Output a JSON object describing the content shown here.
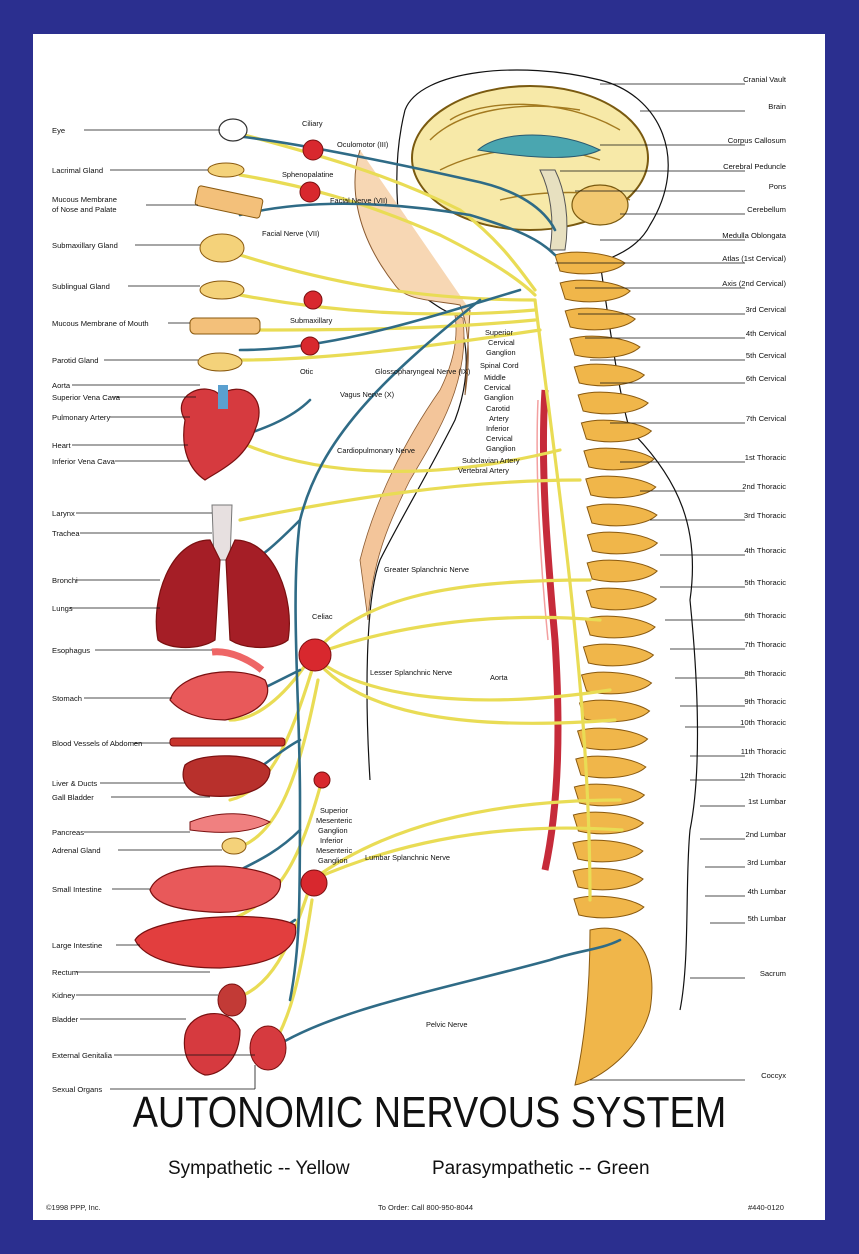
{
  "title": "AUTONOMIC NERVOUS SYSTEM",
  "legend": {
    "sympathetic": "Sympathetic -- Yellow",
    "parasympathetic": "Parasympathetic -- Green"
  },
  "footer": {
    "copyright": "©1998 PPP, Inc.",
    "order": "To Order: Call 800-950-8044",
    "code": "#440-0120"
  },
  "colors": {
    "border": "#2b2f8f",
    "sympathetic": "#e9dc55",
    "parasympathetic": "#2f6b86"
  },
  "left_labels": [
    "Eye",
    "Lacrimal Gland",
    "Mucous Membrane",
    "of Nose and Palate",
    "Submaxillary Gland",
    "Sublingual Gland",
    "Mucous Membrane of Mouth",
    "Parotid Gland",
    "Aorta",
    "Superior Vena Cava",
    "Pulmonary Artery",
    "Heart",
    "Inferior Vena Cava",
    "Larynx",
    "Trachea",
    "Bronchi",
    "Lungs",
    "Esophagus",
    "Stomach",
    "Blood Vessels of Abdomen",
    "Liver & Ducts",
    "Gall Bladder",
    "Pancreas",
    "Adrenal Gland",
    "Small Intestine",
    "Large Intestine",
    "Rectum",
    "Kidney",
    "Bladder",
    "External Genitalia",
    "Sexual Organs"
  ],
  "right_labels": [
    "Cranial Vault",
    "Brain",
    "Corpus Callosum",
    "Cerebral Peduncle",
    "Pons",
    "Cerebellum",
    "Medulla Oblongata",
    "Atlas (1st Cervical)",
    "Axis (2nd Cervical)",
    "3rd Cervical",
    "4th Cervical",
    "5th Cervical",
    "6th Cervical",
    "7th Cervical",
    "1st Thoracic",
    "2nd Thoracic",
    "3rd Thoracic",
    "4th Thoracic",
    "5th Thoracic",
    "6th Thoracic",
    "7th Thoracic",
    "8th Thoracic",
    "9th Thoracic",
    "10th Thoracic",
    "11th Thoracic",
    "12th Thoracic",
    "1st Lumbar",
    "2nd Lumbar",
    "3rd Lumbar",
    "4th Lumbar",
    "5th Lumbar",
    "Sacrum",
    "Coccyx"
  ],
  "center_labels": {
    "ciliary": "Ciliary",
    "oculomotor": "Oculomotor (III)",
    "sphenopalatine": "Sphenopalatine",
    "facial_upper": "Facial Nerve (VII)",
    "facial_lower": "Facial Nerve (VII)",
    "submaxillary": "Submaxillary",
    "otic": "Otic",
    "glossopharyngeal": "Glossopharyngeal Nerve (IX)",
    "vagus": "Vagus Nerve (X)",
    "superior_cervical_1": "Superior",
    "superior_cervical_2": "Cervical",
    "superior_cervical_3": "Ganglion",
    "spinal_cord": "Spinal Cord",
    "middle_cervical_1": "Middle",
    "middle_cervical_2": "Cervical",
    "middle_cervical_3": "Ganglion",
    "carotid_1": "Carotid",
    "carotid_2": "Artery",
    "inferior_cervical_1": "Inferior",
    "inferior_cervical_2": "Cervical",
    "inferior_cervical_3": "Ganglion",
    "subclavian": "Subclavian Artery",
    "vertebral": "Vertebral Artery",
    "cardiopulmonary": "Cardiopulmonary Nerve",
    "greater_splanchnic": "Greater Splanchnic Nerve",
    "celiac": "Celiac",
    "lesser_splanchnic": "Lesser Splanchnic Nerve",
    "aorta": "Aorta",
    "superior_mesenteric_1": "Superior",
    "superior_mesenteric_2": "Mesenteric",
    "superior_mesenteric_3": "Ganglion",
    "inferior_mesenteric_1": "Inferior",
    "inferior_mesenteric_2": "Mesenteric",
    "inferior_mesenteric_3": "Ganglion",
    "lumbar_splanchnic": "Lumbar Splanchnic Nerve",
    "pelvic": "Pelvic Nerve"
  }
}
